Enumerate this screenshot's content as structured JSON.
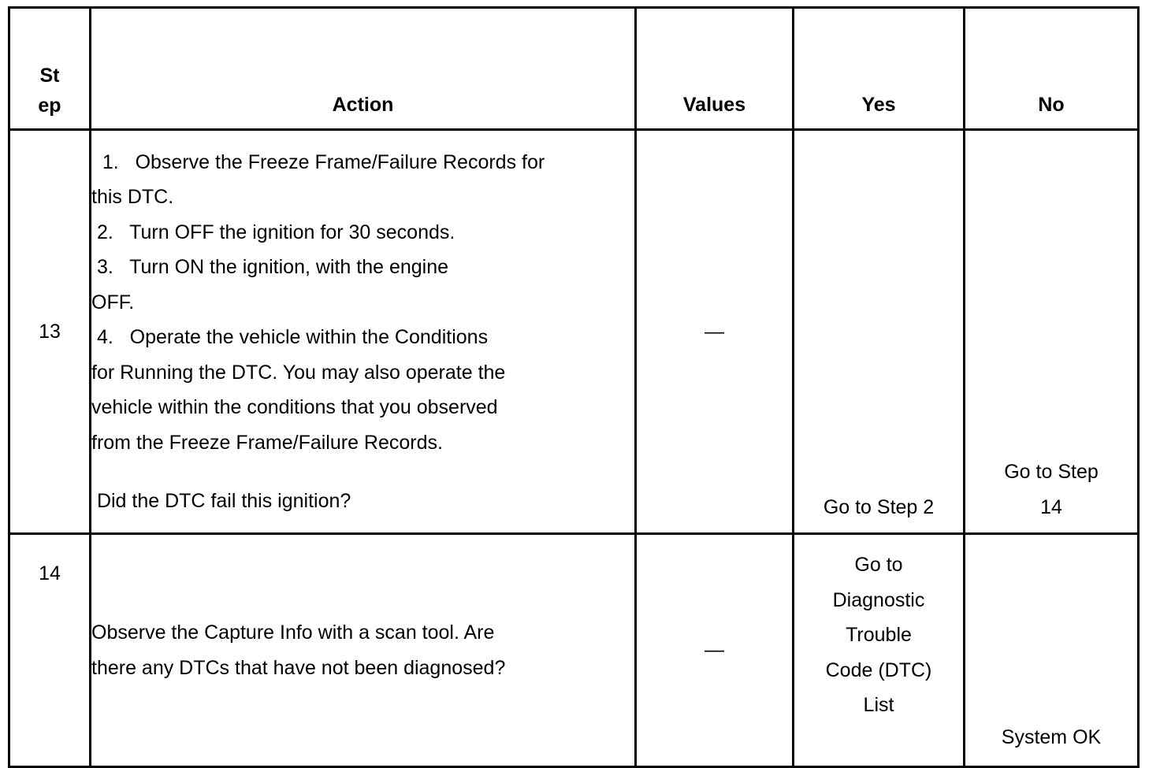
{
  "table": {
    "headers": {
      "step_line1": "St",
      "step_line2": "ep",
      "action": "Action",
      "values": "Values",
      "yes": "Yes",
      "no": "No"
    },
    "rows": [
      {
        "step": "13",
        "action_lines": [
          "  1.   Observe the Freeze Frame/Failure Records for",
          "this DTC.",
          " 2.   Turn OFF the ignition for 30 seconds.",
          " 3.   Turn ON the ignition, with the engine",
          "OFF.",
          " 4.   Operate the vehicle within the Conditions",
          "for Running the DTC. You may also operate the",
          "vehicle within the conditions that you observed",
          "from the Freeze Frame/Failure Records.",
          "",
          " Did the DTC fail this ignition?"
        ],
        "values": "—",
        "yes_lines": [
          "Go to Step 2"
        ],
        "no_lines": [
          "Go to Step",
          "14"
        ]
      },
      {
        "step": "14",
        "action_lines": [
          "Observe the Capture Info with a scan tool. Are",
          "there any DTCs that have not been diagnosed?"
        ],
        "values": "—",
        "yes_lines": [
          "Go to",
          "Diagnostic",
          "Trouble",
          "Code (DTC)",
          "List"
        ],
        "no_lines": [
          "System OK"
        ]
      }
    ]
  },
  "colors": {
    "border": "#000000",
    "text": "#000000",
    "background": "#ffffff"
  }
}
